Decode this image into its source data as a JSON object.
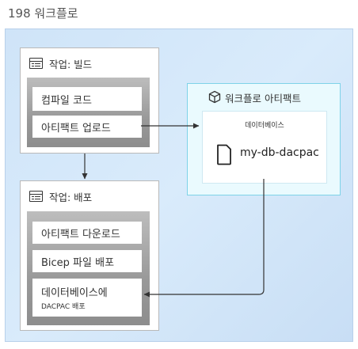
{
  "diagram_title": "198 워크플로",
  "build_job": {
    "title": "작업: 빌드",
    "steps": [
      "컴파일 코드",
      "아티팩트 업로드"
    ]
  },
  "deploy_job": {
    "title": "작업: 배포",
    "steps": [
      "아티팩트 다운로드",
      "Bicep 파일 배포"
    ],
    "last_step_line1": "데이터베이스에",
    "last_step_line2": "DACPAC 배포"
  },
  "artifacts": {
    "title": "워크플로 아티팩트",
    "box_label": "데이터베이스",
    "file_name": "my-db-dacpac"
  },
  "colors": {
    "workflow_bg": "#d3e7f9",
    "artifact_bg": "#eafafe",
    "artifact_border": "#7ed3e8",
    "arrow": "#333333"
  }
}
